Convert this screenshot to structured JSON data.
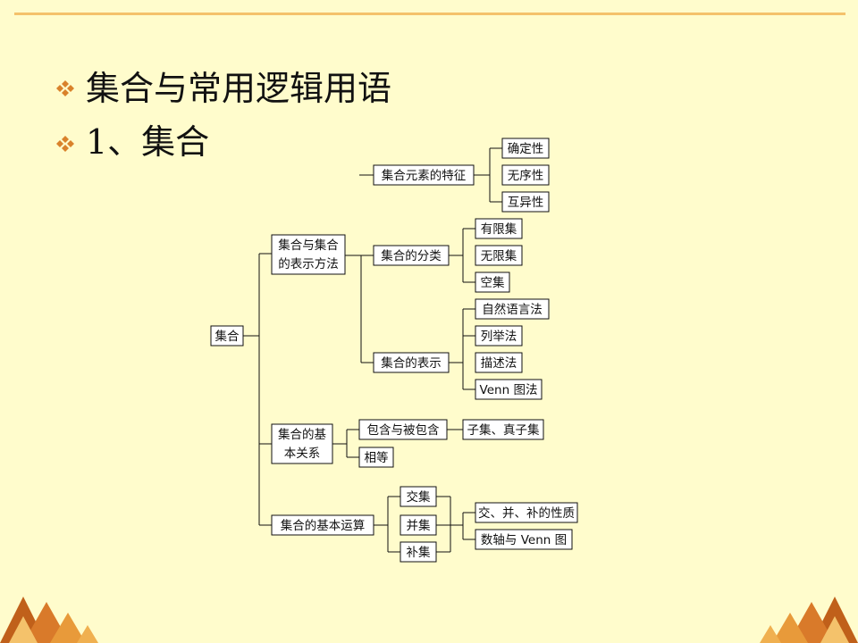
{
  "slide": {
    "heading1": "集合与常用逻辑用语",
    "heading2": "1、集合",
    "bullet_icon": "diamond-cluster-icon",
    "accent_color": "#f4c26b",
    "bullet_color": "#d9822b",
    "deco_color": "#c0601a"
  },
  "diagram": {
    "root": "集合",
    "features": {
      "label": "集合元素的特征",
      "items": [
        "确定性",
        "无序性",
        "互异性"
      ]
    },
    "representation": {
      "label_line1": "集合与集合",
      "label_line2": "的表示方法",
      "classification": {
        "label": "集合的分类",
        "items": [
          "有限集",
          "无限集",
          "空集"
        ]
      },
      "notation": {
        "label": "集合的表示",
        "items": [
          "自然语言法",
          "列举法",
          "描述法",
          "Venn 图法"
        ]
      }
    },
    "relations": {
      "label_line1": "集合的基",
      "label_line2": "本关系",
      "inclusion": "包含与被包含",
      "subset": "子集、真子集",
      "equal": "相等"
    },
    "operations": {
      "label": "集合的基本运算",
      "items": [
        "交集",
        "并集",
        "补集"
      ],
      "properties": [
        "交、并、补的性质",
        "数轴与 Venn 图"
      ]
    }
  }
}
